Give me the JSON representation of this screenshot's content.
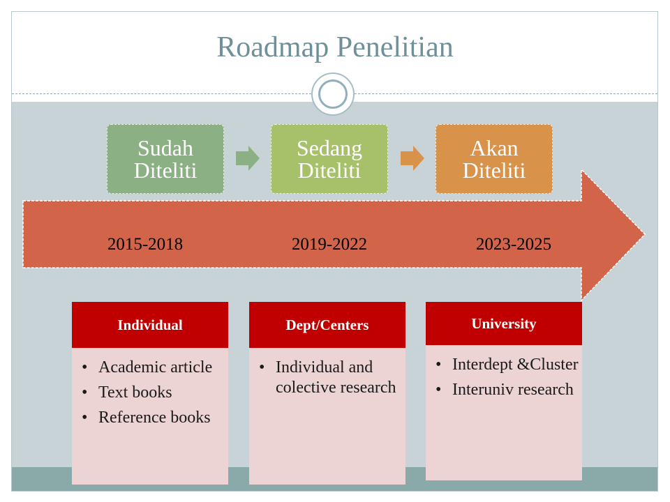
{
  "slide": {
    "title": "Roadmap Penelitian"
  },
  "stages": [
    {
      "line1": "Sudah",
      "line2": "Diteliti",
      "color": "#8bb083"
    },
    {
      "line1": "Sedang",
      "line2": "Diteliti",
      "color": "#a7c16b"
    },
    {
      "line1": "Akan",
      "line2": "Diteliti",
      "color": "#d8924a"
    }
  ],
  "timeline": {
    "color": "#d2644a",
    "years": [
      "2015-2018",
      "2019-2022",
      "2023-2025"
    ]
  },
  "cards": [
    {
      "header": "Individual",
      "items": [
        "Academic article",
        "Text books",
        "Reference books"
      ]
    },
    {
      "header": "Dept/Centers",
      "items": [
        "Individual and colective research"
      ]
    },
    {
      "header": "University",
      "items": [
        "Interdept &Cluster",
        "Interuniv research"
      ]
    }
  ],
  "colors": {
    "title": "#6f8f99",
    "content_band": "#c8d3d8",
    "bottom_band": "#8aaaaa",
    "card_header": "#c00000",
    "card_body": "#ecd3d4"
  }
}
